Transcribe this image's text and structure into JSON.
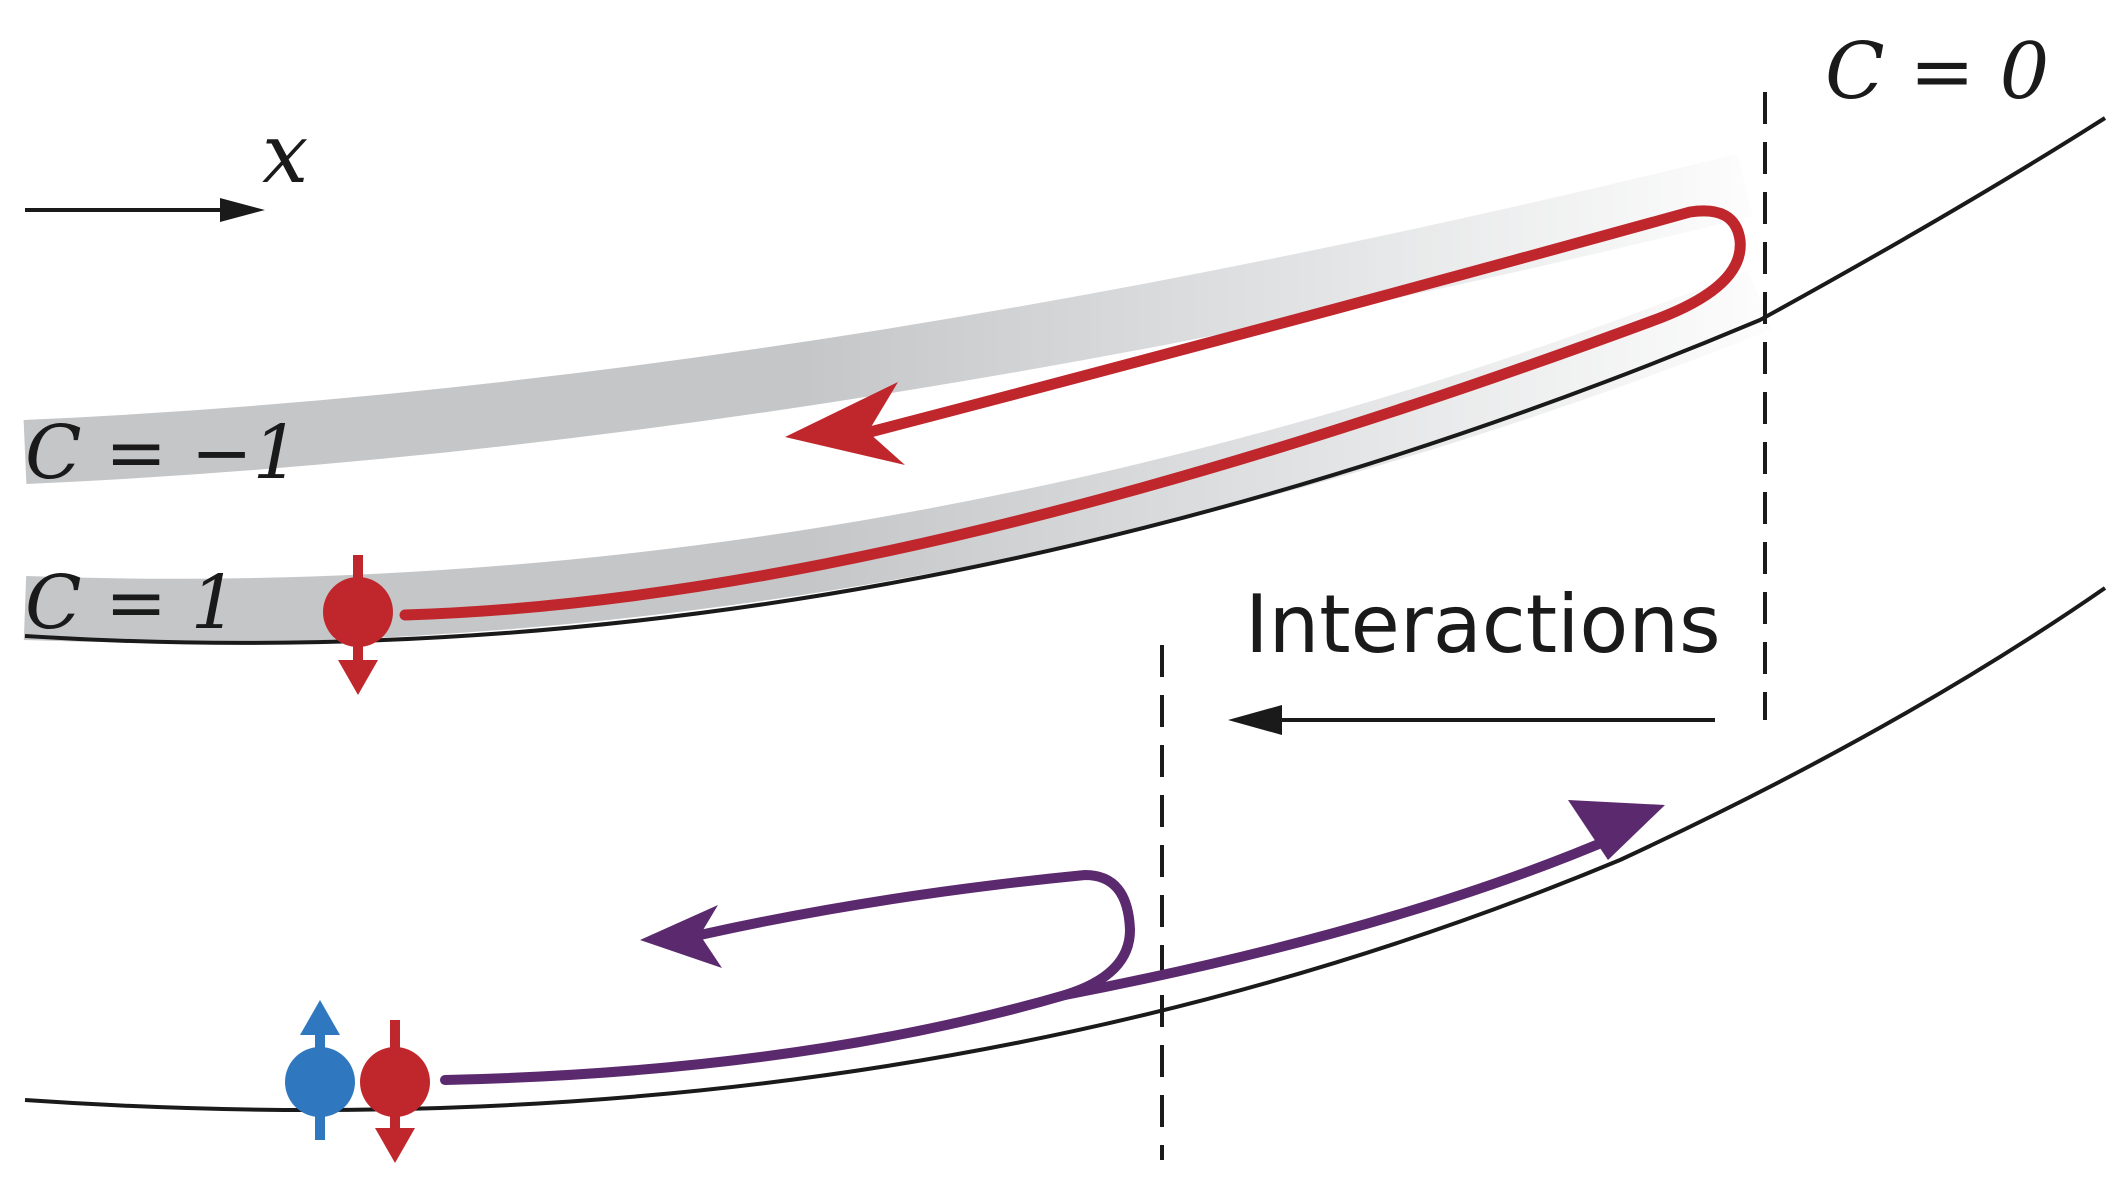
{
  "labels": {
    "axis_var": "x",
    "c_zero": "C = 0",
    "c_minus_one": "C = −1",
    "c_one": "C = 1",
    "interactions": "Interactions"
  },
  "colors": {
    "red": "#c0272d",
    "purple": "#5b2a6e",
    "blue": "#2f78bf",
    "black": "#1a1a1a",
    "band_gray": "#c4c6c8",
    "background": "#ffffff"
  }
}
